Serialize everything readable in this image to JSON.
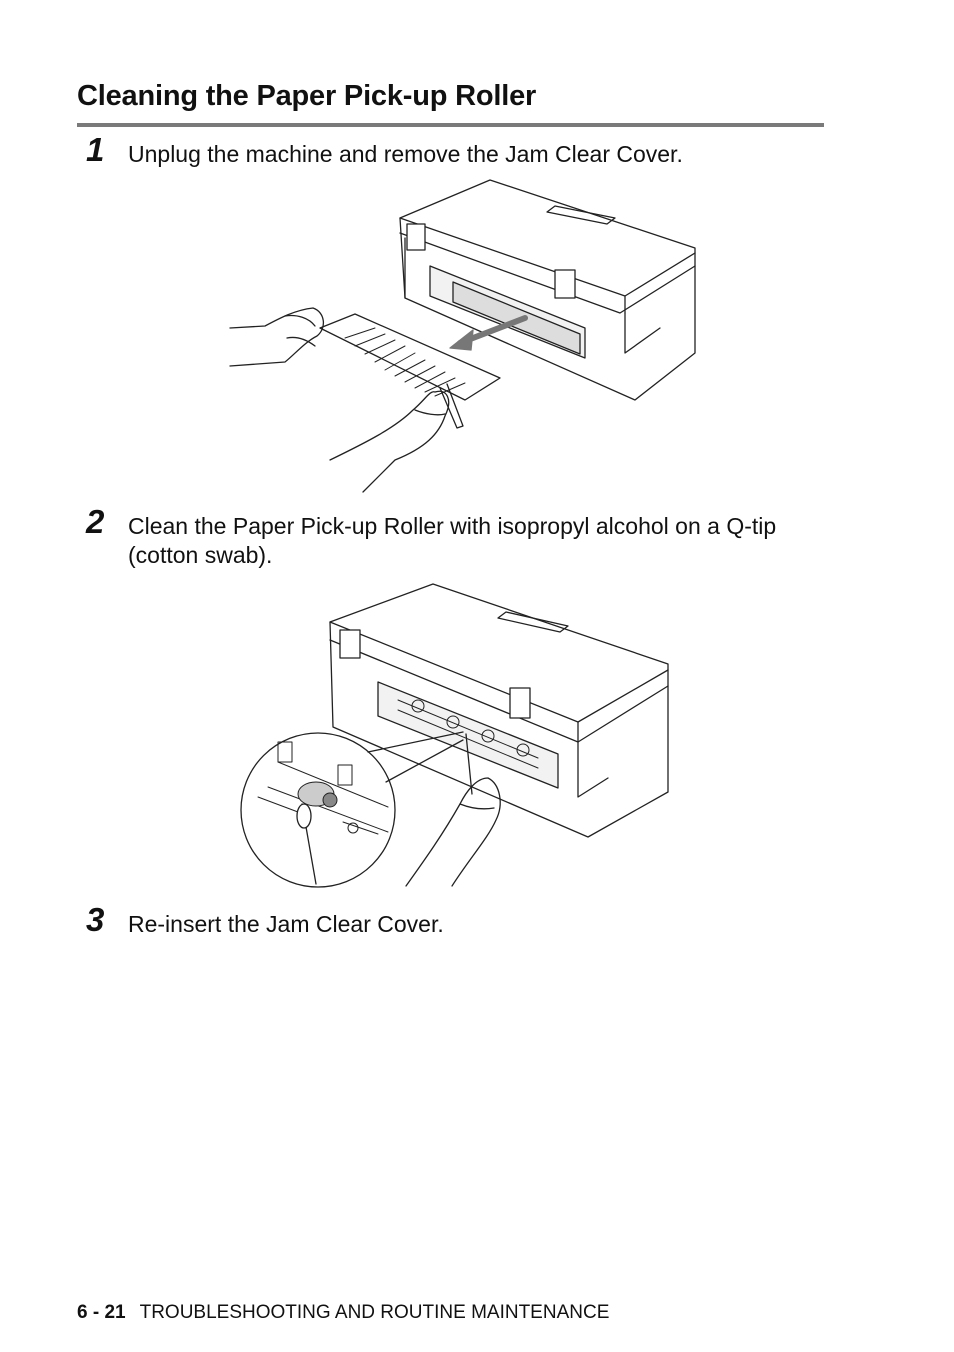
{
  "page": {
    "title": "Cleaning the Paper Pick-up Roller"
  },
  "steps": [
    {
      "number": "1",
      "text": "Unplug the machine and remove the Jam Clear Cover."
    },
    {
      "number": "2",
      "text": "Clean the Paper Pick-up Roller with isopropyl alcohol on a Q-tip (cotton swab)."
    },
    {
      "number": "3",
      "text": "Re-insert the Jam Clear Cover."
    }
  ],
  "footer": {
    "page_number": "6 - 21",
    "section": "TROUBLESHOOTING AND ROUTINE MAINTENANCE"
  }
}
